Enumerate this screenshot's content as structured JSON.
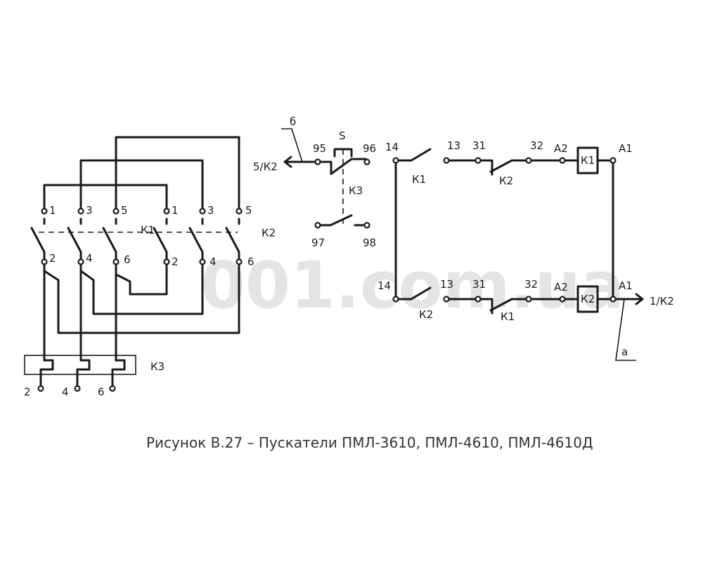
{
  "watermark": "001.com.ua",
  "caption": "Рисунок В.27 – Пускатели ПМЛ-3610, ПМЛ-4610, ПМЛ-4610Д",
  "power": {
    "top_terminals": [
      "1",
      "3",
      "5",
      "1",
      "3",
      "5"
    ],
    "bottom_terminals": [
      "2",
      "4",
      "6",
      "2",
      "4",
      "6"
    ],
    "contactor_k1": "К1",
    "contactor_k2": "К2",
    "relay": "К3",
    "outputs": [
      "2",
      "4",
      "6"
    ]
  },
  "control": {
    "label_b": "б",
    "label_s": "S",
    "link_5k2": "5/К2",
    "t95": "95",
    "t96": "96",
    "k3": "К3",
    "t97": "97",
    "t98": "98",
    "rung1": {
      "t14": "14",
      "k1_contact": "К1",
      "t13": "13",
      "t31": "31",
      "k2_contact": "К2",
      "t32": "32",
      "a2": "А2",
      "coil": "К1",
      "a1": "А1"
    },
    "rung2": {
      "t14": "14",
      "k2_contact": "К2",
      "t13": "13",
      "t31": "31",
      "k1_contact": "К1",
      "t32": "32",
      "a2": "А2",
      "coil": "К2",
      "a1": "А1",
      "link_1k2": "1/К2",
      "label_a": "а"
    }
  },
  "colors": {
    "line": "#1a1a1a",
    "background": "#ffffff",
    "watermark": "#e4e4e4"
  }
}
